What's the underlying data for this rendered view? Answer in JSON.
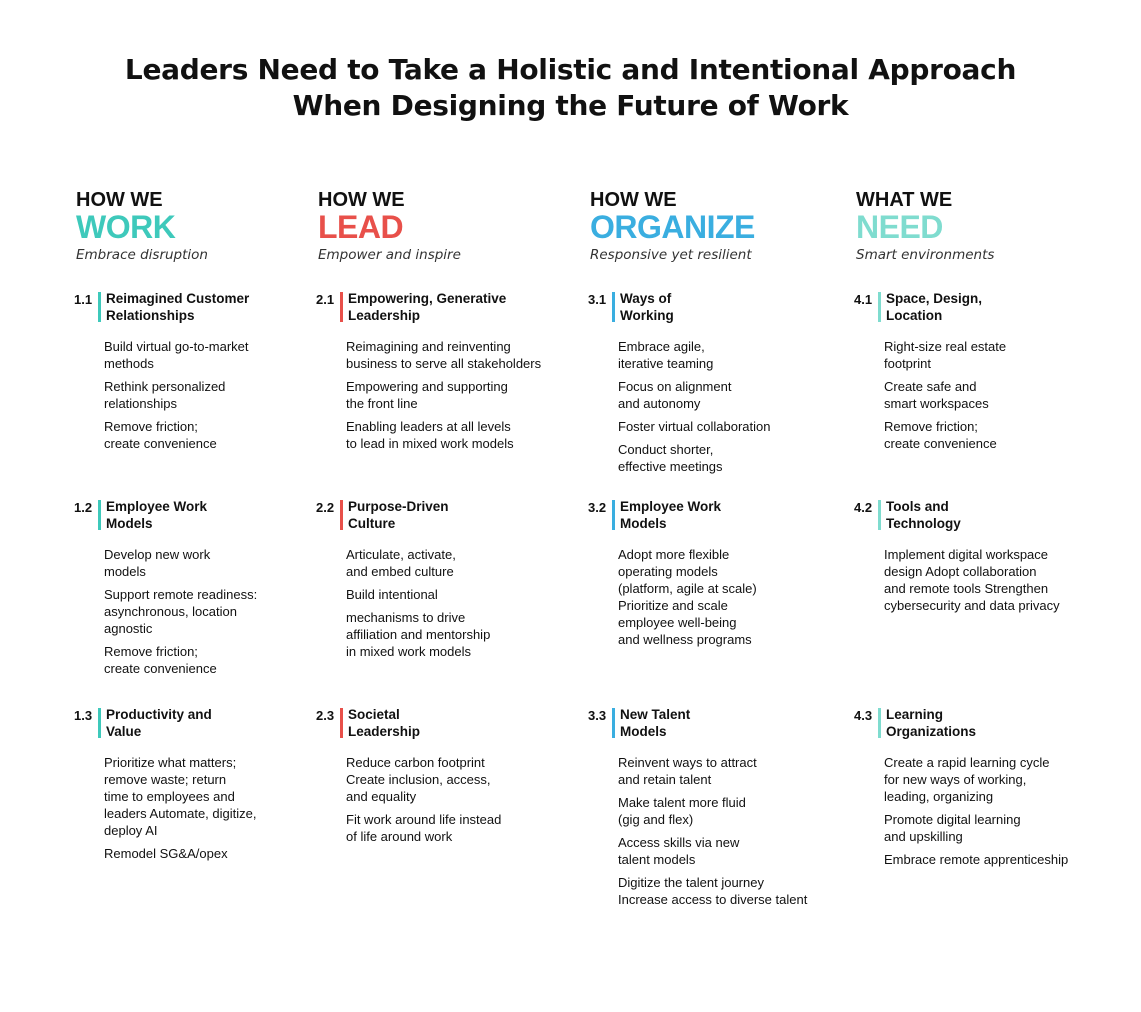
{
  "title": {
    "line1": "Leaders Need to Take a Holistic and Intentional Approach",
    "line2": "When Designing the Future of Work"
  },
  "colors": {
    "work": "#3ec9bb",
    "lead": "#e8504a",
    "organize": "#3aaee0",
    "need": "#7fdccf"
  },
  "columns": [
    {
      "pre": "HOW WE",
      "big": "WORK",
      "sub": "Embrace disruption",
      "sections": [
        {
          "num": "1.1",
          "title": "Reimagined Customer\nRelationships",
          "items": [
            "Build virtual go-to-market\nmethods",
            "Rethink personalized\nrelationships",
            "Remove friction;\ncreate convenience"
          ]
        },
        {
          "num": "1.2",
          "title": "Employee Work\nModels",
          "items": [
            "Develop new work\nmodels",
            "Support remote readiness:\nasynchronous, location\nagnostic",
            "Remove friction;\ncreate convenience"
          ]
        },
        {
          "num": "1.3",
          "title": "Productivity and\nValue",
          "items": [
            "Prioritize what matters;\nremove waste; return\ntime to employees and\nleaders Automate, digitize,\ndeploy AI",
            "Remodel SG&A/opex"
          ]
        }
      ]
    },
    {
      "pre": "HOW WE",
      "big": "LEAD",
      "sub": "Empower and inspire",
      "sections": [
        {
          "num": "2.1",
          "title": "Empowering, Generative\nLeadership",
          "items": [
            "Reimagining and reinventing\nbusiness to serve all stakeholders",
            "Empowering and supporting\nthe front line",
            "Enabling leaders at all levels\nto lead in mixed work models"
          ]
        },
        {
          "num": "2.2",
          "title": "Purpose-Driven\nCulture",
          "items": [
            "Articulate, activate,\nand embed culture",
            "Build intentional",
            "mechanisms to drive\naffiliation and mentorship\nin mixed work models"
          ]
        },
        {
          "num": "2.3",
          "title": "Societal\nLeadership",
          "items": [
            "Reduce carbon footprint\nCreate inclusion, access,\nand equality",
            "Fit work around life instead\nof life around work"
          ]
        }
      ]
    },
    {
      "pre": "HOW WE",
      "big": "ORGANIZE",
      "sub": "Responsive yet resilient",
      "sections": [
        {
          "num": "3.1",
          "title": "Ways of\nWorking",
          "items": [
            "Embrace agile,\niterative teaming",
            "Focus on alignment\nand autonomy",
            "Foster virtual collaboration",
            "Conduct shorter,\neffective meetings"
          ]
        },
        {
          "num": "3.2",
          "title": "Employee Work\nModels",
          "items": [
            "Adopt more flexible\noperating models\n(platform, agile at scale)\nPrioritize and scale\nemployee well-being\nand wellness programs"
          ]
        },
        {
          "num": "3.3",
          "title": "New Talent\nModels",
          "items": [
            "Reinvent ways to attract\nand retain talent",
            "Make talent more fluid\n(gig and flex)",
            "Access skills via new\ntalent models",
            "Digitize the talent journey\nIncrease access to diverse talent"
          ]
        }
      ]
    },
    {
      "pre": "WHAT WE",
      "big": "NEED",
      "sub": "Smart environments",
      "sections": [
        {
          "num": "4.1",
          "title": "Space, Design,\nLocation",
          "items": [
            "Right-size real estate\nfootprint",
            "Create safe and\nsmart workspaces",
            "Remove friction;\ncreate convenience"
          ]
        },
        {
          "num": "4.2",
          "title": "Tools and\nTechnology",
          "items": [
            "Implement digital workspace\ndesign Adopt collaboration\nand remote tools Strengthen\ncybersecurity and data privacy"
          ]
        },
        {
          "num": "4.3",
          "title": "Learning\nOrganizations",
          "items": [
            "Create a rapid learning cycle\nfor new ways of working,\nleading, organizing",
            "Promote digital learning\nand upskilling",
            "Embrace remote apprenticeship"
          ]
        }
      ]
    }
  ]
}
